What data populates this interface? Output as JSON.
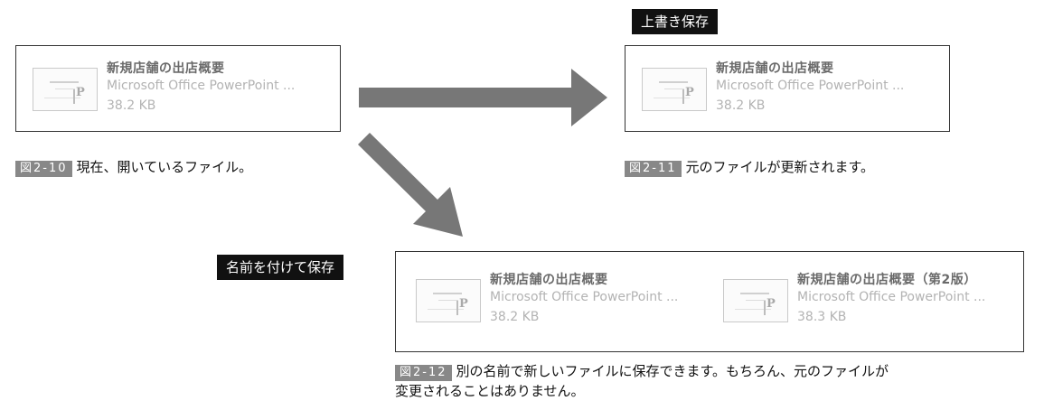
{
  "file_original": {
    "name": "新規店舗の出店概要",
    "type": "Microsoft Office PowerPoint ...",
    "size": "38.2 KB"
  },
  "file_second": {
    "name": "新規店舗の出店概要（第2版）",
    "type": "Microsoft Office PowerPoint ...",
    "size": "38.3 KB"
  },
  "labels": {
    "overwrite": "上書き保存",
    "save_as": "名前を付けて保存"
  },
  "captions": {
    "fig10": {
      "num": "図2-10",
      "text": "現在、開いているファイル。"
    },
    "fig11": {
      "num": "図2-11",
      "text": "元のファイルが更新されます。"
    },
    "fig12": {
      "num": "図2-12",
      "line1": "別の名前で新しいファイルに保存できます。もちろん、元のファイルが",
      "line2": "変更されることはありません。"
    }
  },
  "colors": {
    "arrow": "#777777",
    "figure_badge": "#888888",
    "label_bg": "#111111"
  }
}
